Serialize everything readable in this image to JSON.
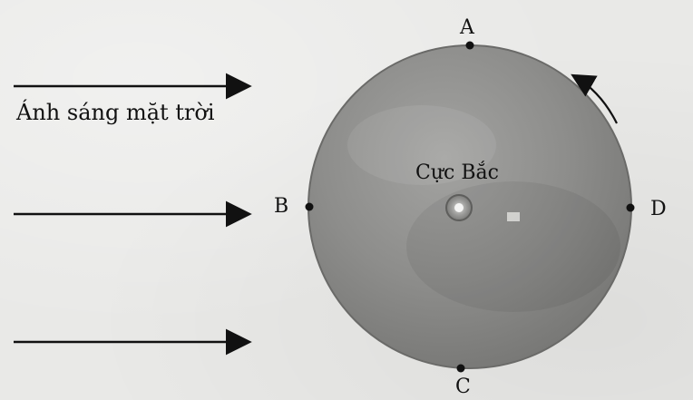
{
  "diagram": {
    "title": "",
    "sunlight_label": "Ánh sáng mặt trời",
    "north_pole_label": "Cực Bắc",
    "points": {
      "a": "A",
      "b": "B",
      "c": "C",
      "d": "D"
    },
    "rotation_direction": "counterclockwise",
    "colors": {
      "background": "#e9e9e7",
      "globe": "#8a8a88",
      "globe_shadow": "#6f6f6d",
      "ink": "#111111"
    }
  }
}
